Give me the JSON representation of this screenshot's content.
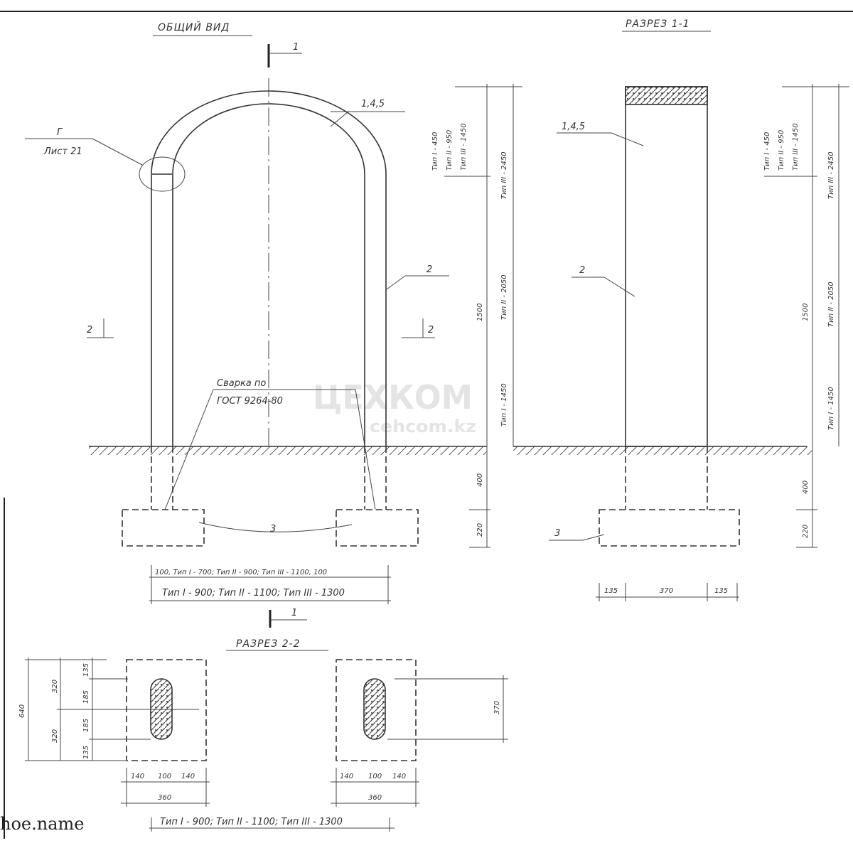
{
  "titles": {
    "general_view": "ОБЩИЙ ВИД",
    "section_1_1": "РАЗРЕЗ 1-1",
    "section_2_2": "РАЗРЕЗ 2-2"
  },
  "markers": {
    "section1": "1",
    "section2": "2"
  },
  "callouts": {
    "detail_letter": "Г",
    "detail_sheet": "Лист 21",
    "pos_arch": "1,4,5",
    "pos_post": "2",
    "pos_footing": "3",
    "weld_line1": "Сварка по",
    "weld_line2": "ГОСТ 9264-80"
  },
  "dims_left": {
    "top_types": [
      "Тип I - 450",
      "Тип II - 950",
      "Тип III - 1450"
    ],
    "tip3_total": "Тип III - 2450",
    "tip2_total": "Тип II - 2050",
    "tip1_total": "Тип I - 1450",
    "h1500": "1500",
    "h400": "400",
    "h220": "220"
  },
  "dims_right": {
    "top_types": [
      "Тип I - 450",
      "Тип II - 950",
      "Тип III - 1450"
    ],
    "tip3_total": "Тип III - 2450",
    "tip2_total": "Тип II - 2050",
    "tip1_total": "Тип I - 1450",
    "h1500": "1500",
    "h400": "400",
    "h220": "220"
  },
  "dims_bottom": {
    "inner": "100, Тип I - 700; Тип II - 900; Тип III - 1100, 100",
    "outer": "Тип I - 900; Тип II - 1100; Тип III - 1300",
    "sec11": [
      "135",
      "370",
      "135"
    ],
    "sec22_total": "Тип I - 900; Тип II - 1100; Тип III - 1300"
  },
  "dims_section22": {
    "height_total": "640",
    "half_a": "320",
    "half_b": "320",
    "parts": [
      "135",
      "185",
      "185",
      "135"
    ],
    "widths": [
      "140",
      "100",
      "140"
    ],
    "width_total": "360",
    "right_height": "370"
  },
  "watermark": {
    "main": "ЦЕХКОМ",
    "sub": "cehcom.kz"
  },
  "footer": {
    "site": "hoe.name"
  }
}
